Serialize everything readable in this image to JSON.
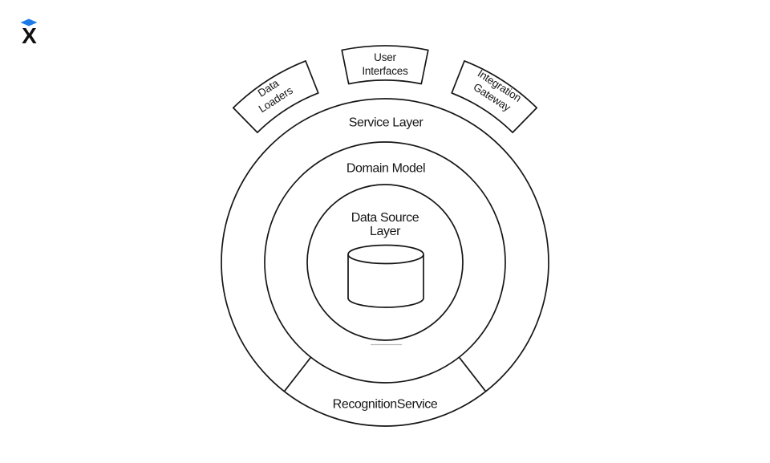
{
  "page": {
    "background_color": "#ffffff",
    "stroke_color": "#161616",
    "text_color": "#161616"
  },
  "logo": {
    "letter": "X",
    "diamond_color": "#1e7ce8",
    "letter_color": "#101010"
  },
  "diagram": {
    "type": "onion-architecture",
    "rings": [
      {
        "name": "service-layer",
        "label": "Service Layer"
      },
      {
        "name": "domain-model",
        "label": "Domain Model"
      },
      {
        "name": "data-source-layer",
        "label": "Data Source\nLayer"
      }
    ],
    "sector": {
      "name": "recognition-service",
      "label": "RecognitionService"
    },
    "tabs": [
      {
        "name": "data-loaders",
        "label": "Data\nLoaders"
      },
      {
        "name": "user-interfaces",
        "label": "User\nInterfaces"
      },
      {
        "name": "integration-gateway",
        "label": "Integration\nGateway"
      }
    ],
    "icons": {
      "database": "database-cylinder-icon"
    }
  }
}
